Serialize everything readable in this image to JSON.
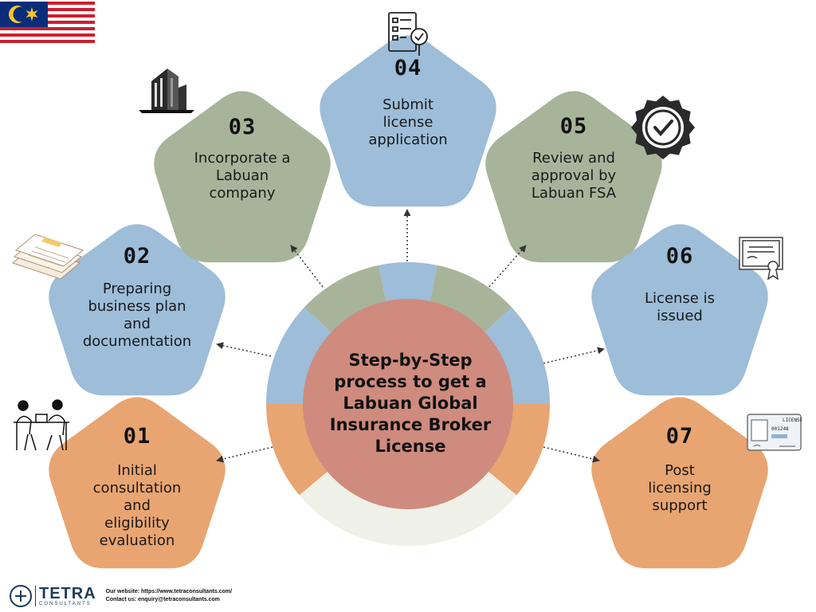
{
  "title_lines": [
    "Step-by-Step",
    "process to get a",
    "Labuan Global",
    "Insurance Broker",
    "License"
  ],
  "steps": [
    {
      "number": "01",
      "lines": [
        "Initial",
        "consultation",
        "and",
        "eligibility",
        "evaluation"
      ],
      "color": "#e8a571",
      "icon": "people-at-desk-icon"
    },
    {
      "number": "02",
      "lines": [
        "Preparing",
        "business plan",
        "and",
        "documentation"
      ],
      "color": "#9dbdd9",
      "icon": "document-stack-icon"
    },
    {
      "number": "03",
      "lines": [
        "Incorporate a",
        "Labuan",
        "company"
      ],
      "color": "#a7b49a",
      "icon": "office-building-icon"
    },
    {
      "number": "04",
      "lines": [
        "Submit",
        "license",
        "application"
      ],
      "color": "#9dbdd9",
      "icon": "checklist-icon"
    },
    {
      "number": "05",
      "lines": [
        "Review and",
        "approval by",
        "Labuan FSA"
      ],
      "color": "#a7b49a",
      "icon": "approval-badge-icon"
    },
    {
      "number": "06",
      "lines": [
        "License is",
        "issued"
      ],
      "color": "#9dbdd9",
      "icon": "certificate-icon"
    },
    {
      "number": "07",
      "lines": [
        "Post",
        "licensing",
        "support"
      ],
      "color": "#e8a571",
      "icon": "license-card-icon"
    }
  ],
  "colors": {
    "orange": "#e8a571",
    "blue": "#9dbdd9",
    "green": "#a7b49a",
    "center": "#cf8b7e",
    "ring_bottom": "#eff0e7"
  },
  "flag_icon": "malaysia-flag-icon",
  "footer": {
    "brand": "TETRA",
    "brand_sub": "CONSULTANTS",
    "website": "Our website: https://www.tetraconsultants.com/",
    "contact": "Contact us: enquiry@tetraconsultants.com",
    "logo_icon": "tetra-logo-icon"
  }
}
